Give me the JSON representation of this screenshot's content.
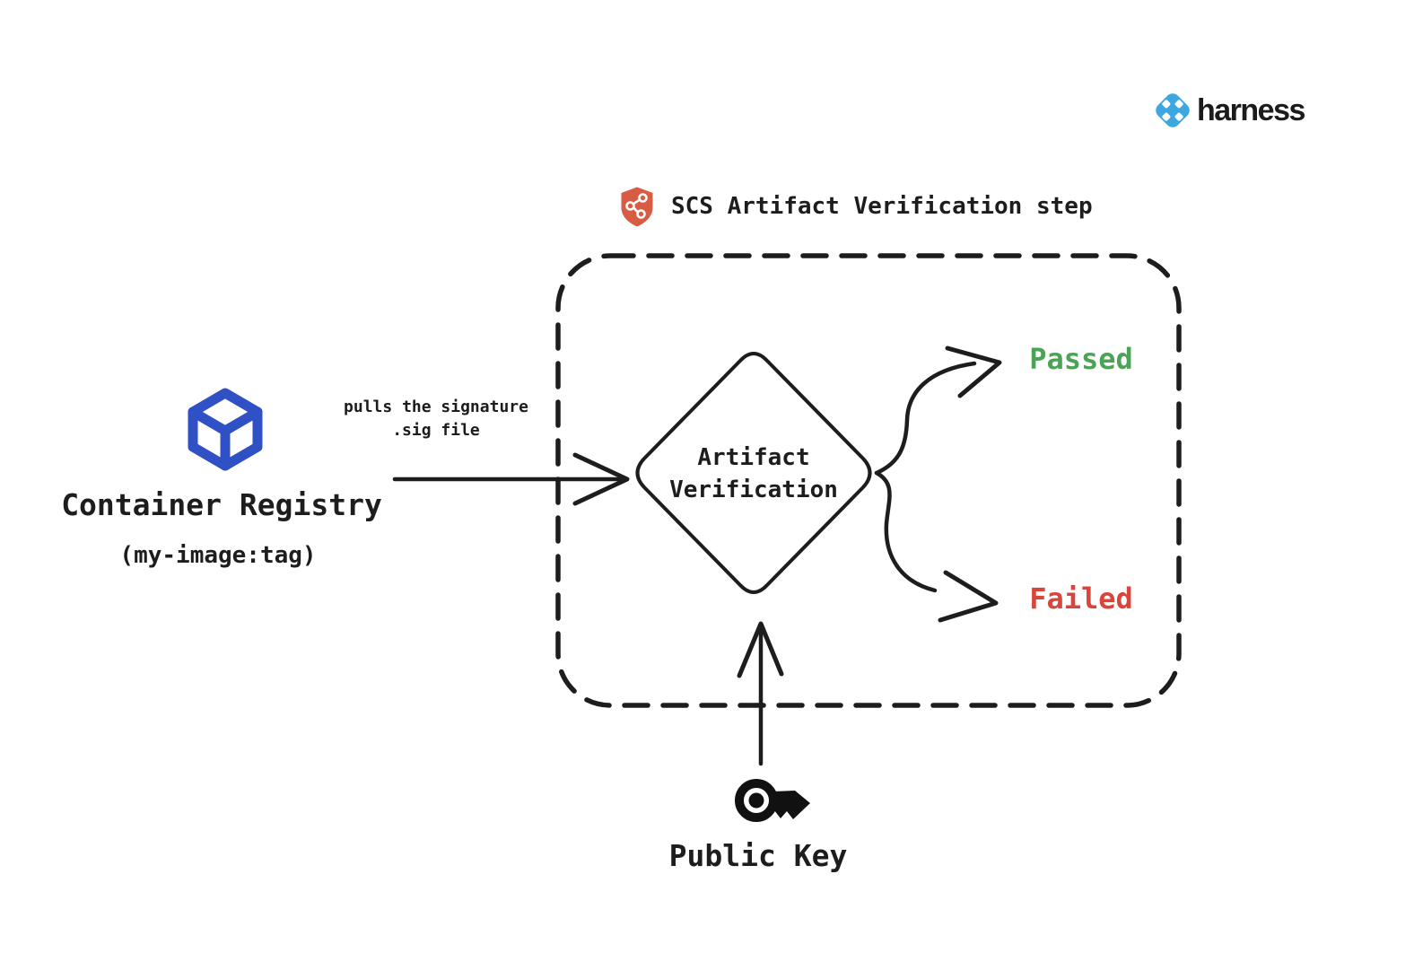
{
  "canvas": {
    "background": "#ffffff",
    "ink_color": "#1d1d1d"
  },
  "brand": {
    "word": "harness",
    "icon": "harness-logo-icon",
    "icon_color": "#3DA7DF",
    "word_color": "#1b1b1b"
  },
  "step_header": {
    "label": "SCS Artifact Verification step",
    "icon": "shield-supply-chain-icon",
    "shield_color": "#D85B43"
  },
  "container_registry": {
    "title": "Container Registry",
    "subtitle": "(my-image:tag)",
    "icon": "cube-icon",
    "icon_color": "#2F51C5"
  },
  "pull_arrow": {
    "label_line1": "pulls the signature",
    "label_line2": ".sig file"
  },
  "decision_node": {
    "line1": "Artifact",
    "line2": "Verification"
  },
  "outcomes": {
    "passed": {
      "label": "Passed",
      "color": "#4BA356"
    },
    "failed": {
      "label": "Failed",
      "color": "#D8453B"
    }
  },
  "public_key": {
    "label": "Public Key",
    "icon": "key-icon"
  }
}
